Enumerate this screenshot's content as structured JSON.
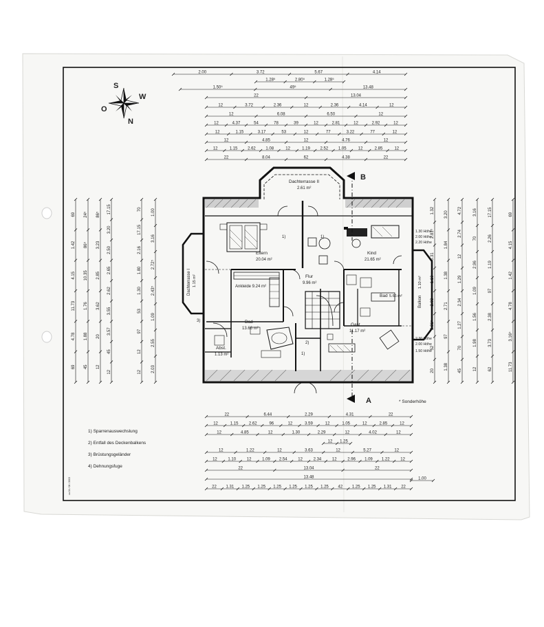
{
  "compass": {
    "n": "S",
    "e": "W",
    "s": "N",
    "w": "O"
  },
  "top_dims": [
    [
      "2.00",
      "3.72",
      "5.67",
      "4.14"
    ],
    [
      "1.28⁵",
      "2.80⁵",
      "1.28⁵"
    ],
    [
      "1.50⁵",
      "49⁵",
      "13.48"
    ],
    [
      "22",
      "13.04"
    ],
    [
      "12",
      "3.72",
      "2.36",
      "12",
      "2.36",
      "4.14",
      "12"
    ],
    [
      "12",
      "6.08",
      "6.50",
      "12"
    ],
    [
      "12",
      "4.37",
      "54",
      "78",
      "39",
      "12",
      "2.81",
      "12",
      "2.92",
      "12"
    ],
    [
      "12",
      "1.15",
      "3.17",
      "53",
      "12",
      "77",
      "3.22",
      "77",
      "12"
    ],
    [
      "12",
      "4.85",
      "12",
      "4.76",
      "12"
    ],
    [
      "12",
      "1.15",
      "2.62",
      "1.08",
      "12",
      "1.19",
      "2.52",
      "1.05",
      "12",
      "2.85",
      "12"
    ],
    [
      "22",
      "8.04",
      "62",
      "4.38",
      "22"
    ]
  ],
  "bottom_dims": [
    [
      "22",
      "6.44",
      "2.29",
      "4.31",
      "22"
    ],
    [
      "12",
      "1.15",
      "2.62",
      "96",
      "12",
      "3.59",
      "12",
      "1.05",
      "12",
      "2.85",
      "12"
    ],
    [
      "12",
      "4.85",
      "12",
      "1.30",
      "2.29",
      "12",
      "4.02",
      "12"
    ],
    [
      "12",
      "1.25"
    ],
    [
      "12",
      "1.22",
      "12",
      "3.63",
      "12",
      "5.27",
      "12"
    ],
    [
      "12",
      "1.10",
      "12",
      "1.09",
      "2.54",
      "12",
      "2.34",
      "12",
      "2.96",
      "1.09",
      "1.22",
      "12"
    ],
    [
      "22",
      "13.04",
      "22"
    ],
    [
      "13.48"
    ],
    [
      "22",
      "1.31",
      "1.25",
      "1.25",
      "1.25",
      "1.25",
      "1.25",
      "1.25",
      "42",
      "1.25",
      "1.25",
      "1.31",
      "22"
    ],
    [
      "1.00"
    ]
  ],
  "rooms": {
    "dachterrasse2": {
      "name": "Dachterrasse II",
      "area": "2.61 m²"
    },
    "dachterrasse1": {
      "name": "Dachterrasse I",
      "area": "1.15 m²"
    },
    "eltern": {
      "name": "Eltern",
      "area": "20.04 m²"
    },
    "kind": {
      "name": "Kind",
      "area": "21.65 m²"
    },
    "flur": {
      "name": "Flur",
      "area": "9.96 m²"
    },
    "ankleide": {
      "name": "Ankleide 9.24 m²"
    },
    "bad_left": {
      "name": "Bad",
      "area": "13.66 m²"
    },
    "bad_right": {
      "name": "Bad",
      "area": "5.66 m²"
    },
    "gast": {
      "name": "Gast",
      "area": "11.17 m²"
    },
    "abst": {
      "name": "Abst.",
      "area": "1.13 m²"
    },
    "balkon": {
      "name": "Balkon",
      "area": "1.10 m²"
    }
  },
  "annotations": {
    "h130": "1.30 Höhe",
    "h200a": "2.00 Höhe",
    "h220a": "2.20 Höhe",
    "h230": "2.30 Höhe",
    "h200b": "2.00 Höhe",
    "h150": "1.50 Höhe",
    "fn1": "1)",
    "fn2": "2)",
    "fn3": "3)",
    "sonderhohe": "* Sonderhöhe",
    "section_a": "A",
    "section_b": "B",
    "tiny_side": "ca 04 / 06 / 2003"
  },
  "legend": [
    "1) Sparrenauswechslung",
    "2) Entfall des Deckenbalkens",
    "3) Brüstungsgeländer",
    "4) Dehnungsfuge"
  ],
  "left_dims": {
    "col1": [
      "69",
      "1.42",
      "4.15",
      "11.73",
      "4.78",
      "69"
    ],
    "col2": [
      "24⁵",
      "86⁵",
      "10.35",
      "1.76",
      "1.88",
      "45"
    ],
    "col3": [
      "86⁵",
      "3.23",
      "2.85",
      "3.62",
      "20",
      "12"
    ],
    "col4": [
      "17.15",
      "3.20",
      "2.50",
      "2.65",
      "2.62",
      "3.55",
      "3.57",
      "45",
      "12"
    ],
    "col5": [
      "70",
      "17.15",
      "2.16",
      "1.80",
      "1.30",
      "53",
      "97",
      "12",
      "12"
    ],
    "col6": [
      "1.00",
      "3.16",
      "2.72⁵",
      "2.43⁵",
      "1.09",
      "2.55",
      "2.03"
    ]
  },
  "right_dims": {
    "col1": [
      "1.32",
      "2.81⁵",
      "6.31",
      "1.10",
      "2.03",
      "2.81⁵",
      "52",
      "20"
    ],
    "col2": [
      "3.20",
      "1.84",
      "1.38",
      "2.71",
      "97",
      "1.38"
    ],
    "col3": [
      "4.72",
      "2.74",
      "12",
      "1.29",
      "2.34",
      "1.27",
      "70",
      "45"
    ],
    "col4": [
      "3.16",
      "70",
      "2.96",
      "1.09",
      "1.56",
      "1.98",
      "12"
    ],
    "col5": [
      "17.15",
      "2.26",
      "1.19",
      "97",
      "2.38",
      "3.73",
      "62"
    ],
    "col6": [
      "69",
      "4.15",
      "1.42",
      "4.78",
      "3.16⁵",
      "11.73"
    ]
  }
}
